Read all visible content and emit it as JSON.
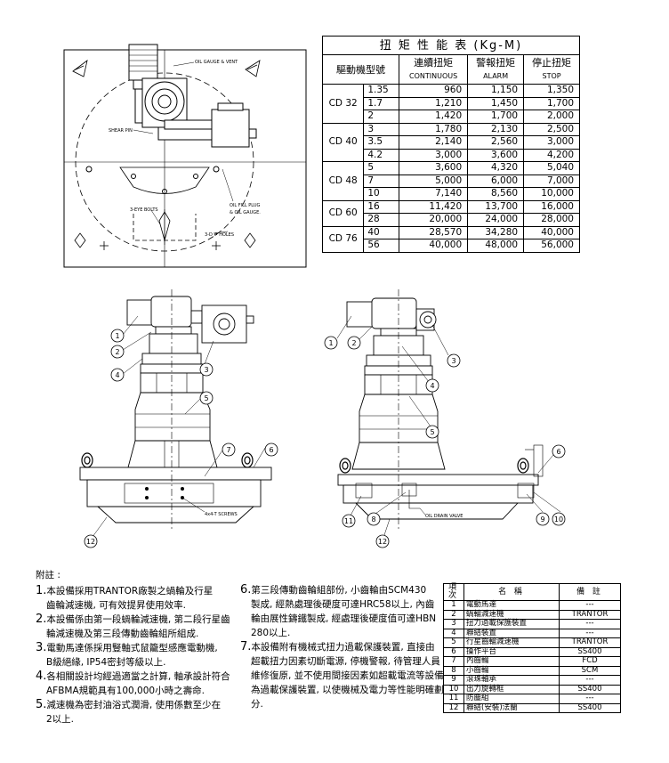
{
  "torque_table": {
    "title": "扭 矩 性 能 表 (Kg-M)",
    "headers": {
      "model": "驅動機型號",
      "continuous": "連續扭矩",
      "continuous_en": "CONTINUOUS",
      "alarm": "警報扭矩",
      "alarm_en": "ALARM",
      "stop": "停止扭矩",
      "stop_en": "STOP"
    },
    "groups": [
      {
        "model": "CD 32",
        "rows": [
          {
            "ratio": "1.35",
            "continuous": "960",
            "alarm": "1,150",
            "stop": "1,350"
          },
          {
            "ratio": "1.7",
            "continuous": "1,210",
            "alarm": "1,450",
            "stop": "1,700"
          },
          {
            "ratio": "2",
            "continuous": "1,420",
            "alarm": "1,700",
            "stop": "2,000"
          }
        ]
      },
      {
        "model": "CD 40",
        "rows": [
          {
            "ratio": "3",
            "continuous": "1,780",
            "alarm": "2,130",
            "stop": "2,500"
          },
          {
            "ratio": "3.5",
            "continuous": "2,140",
            "alarm": "2,560",
            "stop": "3,000"
          },
          {
            "ratio": "4.2",
            "continuous": "3,000",
            "alarm": "3,600",
            "stop": "4,200"
          }
        ]
      },
      {
        "model": "CD 48",
        "rows": [
          {
            "ratio": "5",
            "continuous": "3,600",
            "alarm": "4,320",
            "stop": "5,040"
          },
          {
            "ratio": "7",
            "continuous": "5,000",
            "alarm": "6,000",
            "stop": "7,000"
          },
          {
            "ratio": "10",
            "continuous": "7,140",
            "alarm": "8,560",
            "stop": "10,000"
          }
        ]
      },
      {
        "model": "CD 60",
        "rows": [
          {
            "ratio": "16",
            "continuous": "11,420",
            "alarm": "13,700",
            "stop": "16,000"
          },
          {
            "ratio": "28",
            "continuous": "20,000",
            "alarm": "24,000",
            "stop": "28,000"
          }
        ]
      },
      {
        "model": "CD 76",
        "rows": [
          {
            "ratio": "40",
            "continuous": "28,570",
            "alarm": "34,280",
            "stop": "40,000"
          },
          {
            "ratio": "56",
            "continuous": "40,000",
            "alarm": "48,000",
            "stop": "56,000"
          }
        ]
      }
    ]
  },
  "plan_labels": {
    "oil_gauge_vent": "OIL GAUGE & VENT",
    "shear_pin": "SHEAR PIN",
    "eye_bolts": "3-EYE BOLTS",
    "oil_fill_plug": "OIL FILL PLUG",
    "oil_gauge": "& OIL GAUGE.",
    "holes": "3-D # HOLES"
  },
  "elevation_labels": {
    "screws": "4x4-T SCREWS",
    "oil_drain_valve": "OIL DRAIN VALVE",
    "left_callouts": [
      "1",
      "2",
      "3",
      "4",
      "5",
      "7",
      "6",
      "12"
    ],
    "right_callouts": [
      "1",
      "2",
      "3",
      "4",
      "5",
      "6",
      "11",
      "8",
      "9",
      "10",
      "12"
    ]
  },
  "notes": {
    "heading": "附註 :",
    "items": [
      {
        "prefix": "1.",
        "lines": [
          "本設備採用TRANTOR廠製之蝸輪及行星",
          "齒輪減速機, 可有效提昇使用效率."
        ]
      },
      {
        "prefix": "2.",
        "lines": [
          "本設備係由第一段蝸輪減速機, 第二段行星齒",
          "輪減速機及第三段傳動齒輪組所組成."
        ]
      },
      {
        "prefix": "3.",
        "lines": [
          "電動馬達係採用豎軸式鼠籠型感應電動機,",
          "B級絕緣, IP54密封等級以上."
        ]
      },
      {
        "prefix": "4.",
        "lines": [
          "各相關設計均經過適當之計算, 軸承設計符合",
          "AFBMA規範具有100,000小時之壽命."
        ]
      },
      {
        "prefix": "5.",
        "lines": [
          "減速機為密封油浴式潤滑, 使用係數至少在",
          "2以上."
        ]
      },
      {
        "prefix": "6.",
        "lines": [
          "第三段傳動齒輪組部份, 小齒輪由SCM430",
          "製成, 經熱處理後硬度可達HRC58以上, 內齒",
          "輪由展性鑄鐵製成, 經處理後硬度值可達HBN",
          "280以上."
        ]
      },
      {
        "prefix": "7.",
        "lines": [
          "本設備附有機械式扭力過載保護裝置, 直接由",
          "超載扭力因素切斷電源, 停機警報, 待管理人員",
          "維修復原, 並不使用間接因素如超載電流等設備",
          "為過載保護裝置, 以使機械及電力等性能明確劃",
          "分."
        ]
      }
    ]
  },
  "parts_table": {
    "headers": {
      "no": "項次",
      "name": "名 稱",
      "remark": "備 註"
    },
    "rows": [
      {
        "no": "1",
        "name": "電動馬達",
        "remark": "---"
      },
      {
        "no": "2",
        "name": "蝸輪減速機",
        "remark": "TRANTOR"
      },
      {
        "no": "3",
        "name": "扭力過載保護裝置",
        "remark": "---"
      },
      {
        "no": "4",
        "name": "聯結裝置",
        "remark": "---"
      },
      {
        "no": "5",
        "name": "行星齒輪減速機",
        "remark": "TRANTOR"
      },
      {
        "no": "6",
        "name": "操作平台",
        "remark": "SS400"
      },
      {
        "no": "7",
        "name": "內齒輪",
        "remark": "FCD"
      },
      {
        "no": "8",
        "name": "小齒輪",
        "remark": "SCM"
      },
      {
        "no": "9",
        "name": "滾珠軸承",
        "remark": "---"
      },
      {
        "no": "10",
        "name": "出力旋轉框",
        "remark": "SS400"
      },
      {
        "no": "11",
        "name": "防塵組",
        "remark": "---"
      },
      {
        "no": "12",
        "name": "聯結(安裝)法蘭",
        "remark": "SS400"
      }
    ]
  }
}
